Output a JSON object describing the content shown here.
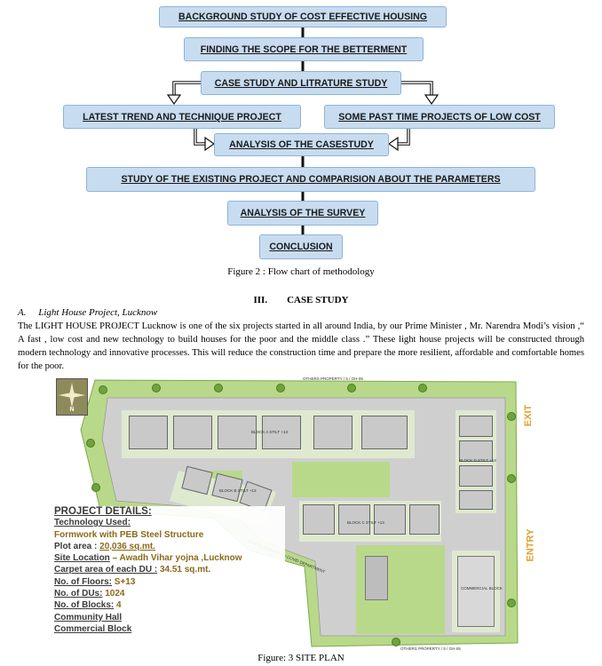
{
  "flowchart": {
    "boxes": [
      "BACKGROUND STUDY OF COST EFFECTIVE HOUSING",
      "FINDING THE SCOPE FOR THE BETTERMENT",
      "CASE STUDY AND LITRATURE STUDY",
      "LATEST TREND AND TECHNIQUE PROJECT",
      "SOME PAST TIME PROJECTS OF LOW COST",
      "ANALYSIS OF THE CASESTUDY",
      "STUDY OF THE EXISTING PROJECT AND COMPARISION  ABOUT THE PARAMETERS",
      "ANALYSIS OF THE SURVEY",
      "CONCLUSION"
    ],
    "caption": "Figure 2 : Flow chart of methodology"
  },
  "section": {
    "heading": "III.        CASE STUDY",
    "subheading": "A.     Light House Project, Lucknow",
    "paragraph": "The LIGHT HOUSE PROJECT Lucknow is one of the six projects started in all around India, by our Prime Minister , Mr. Narendra Modi’s vision ,“ A fast , low cost and new technology to build houses for the poor and the middle class .” These light house projects will be constructed through modern technology and innovative processes. This will reduce the construction time and prepare the more resilient, affordable and comfortable homes for the poor."
  },
  "site_plan": {
    "top_label": "OTHERS PROPERTY / 5 / GH-05",
    "bottom_label": "OTHERS PROPERTY / 5 / GH-05",
    "middle_label": "OTHERS PROPERTY / COVID DEPARTMENT",
    "compass_letter": "N",
    "block_a": "BLOCK A STILT +13",
    "block_b": "BLOCK B STILT +13",
    "block_c": "BLOCK C STILT +13",
    "block_d": "BLOCK D STILT +13",
    "commercial": "COMMERCIAL BLOCK",
    "exit": "EXIT",
    "entry": "ENTRY",
    "details": {
      "title": "PROJECT DETAILS:",
      "tech_label": "Technology Used:",
      "tech_value": "Formwork with PEB Steel Structure",
      "plot_label": "Plot area :",
      "plot_value": "20,036 sq.mt.",
      "site_label": "Site Location",
      "site_value": "– Awadh Vihar yojna ,Lucknow",
      "carpet_label": "Carpet area of each DU :",
      "carpet_value": "34.51 sq.mt.",
      "floors_label": "No. of Floors:",
      "floors_value": "S+13",
      "dus_label": "No. of DUs:",
      "dus_value": "1024",
      "blocks_label": "No. of Blocks:",
      "blocks_value": "4",
      "community": "Community Hall",
      "commercial_block": "Commercial Block"
    },
    "caption": "Figure: 3 SITE PLAN"
  }
}
